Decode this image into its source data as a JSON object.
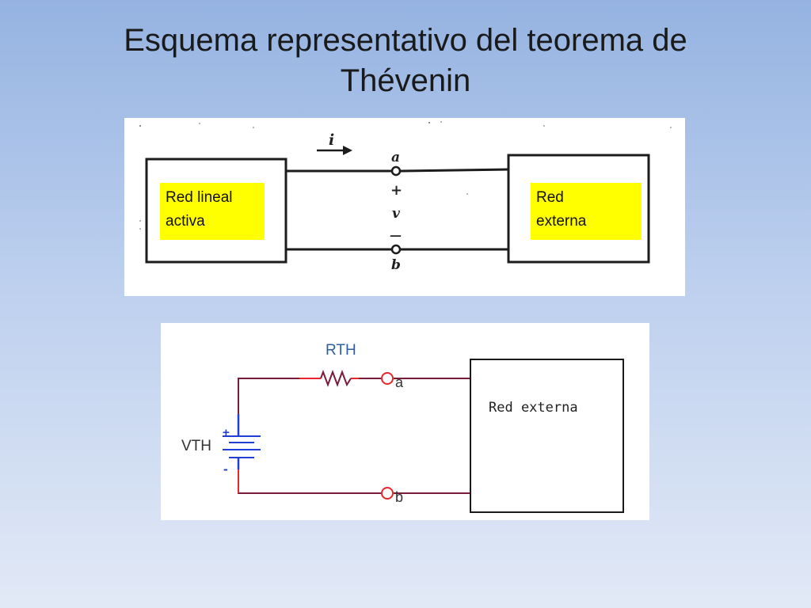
{
  "slide": {
    "title_line1": "Esquema representativo del teorema de",
    "title_line2": "Thévenin"
  },
  "top_diagram": {
    "current_label": "i",
    "terminal_a": "a",
    "terminal_b": "b",
    "plus_sign": "+",
    "voltage_label": "v",
    "minus_sign": "—",
    "left_box": {
      "line1": "Red lineal",
      "line2": "activa",
      "fill_color": "#ffff00"
    },
    "right_box": {
      "line1": "Red",
      "line2": "externa",
      "fill_color": "#ffff00"
    }
  },
  "bottom_diagram": {
    "resistor_label": "RTH",
    "source_label": "VTH",
    "source_plus": "+",
    "source_minus": "-",
    "terminal_a": "a",
    "terminal_b": "b",
    "external_network_label": "Red externa",
    "wire_color": "#7a1b3a",
    "lead_color": "#e8262b",
    "source_color": "#1f3fd6",
    "resistor_label_color": "#2c5fa8"
  }
}
